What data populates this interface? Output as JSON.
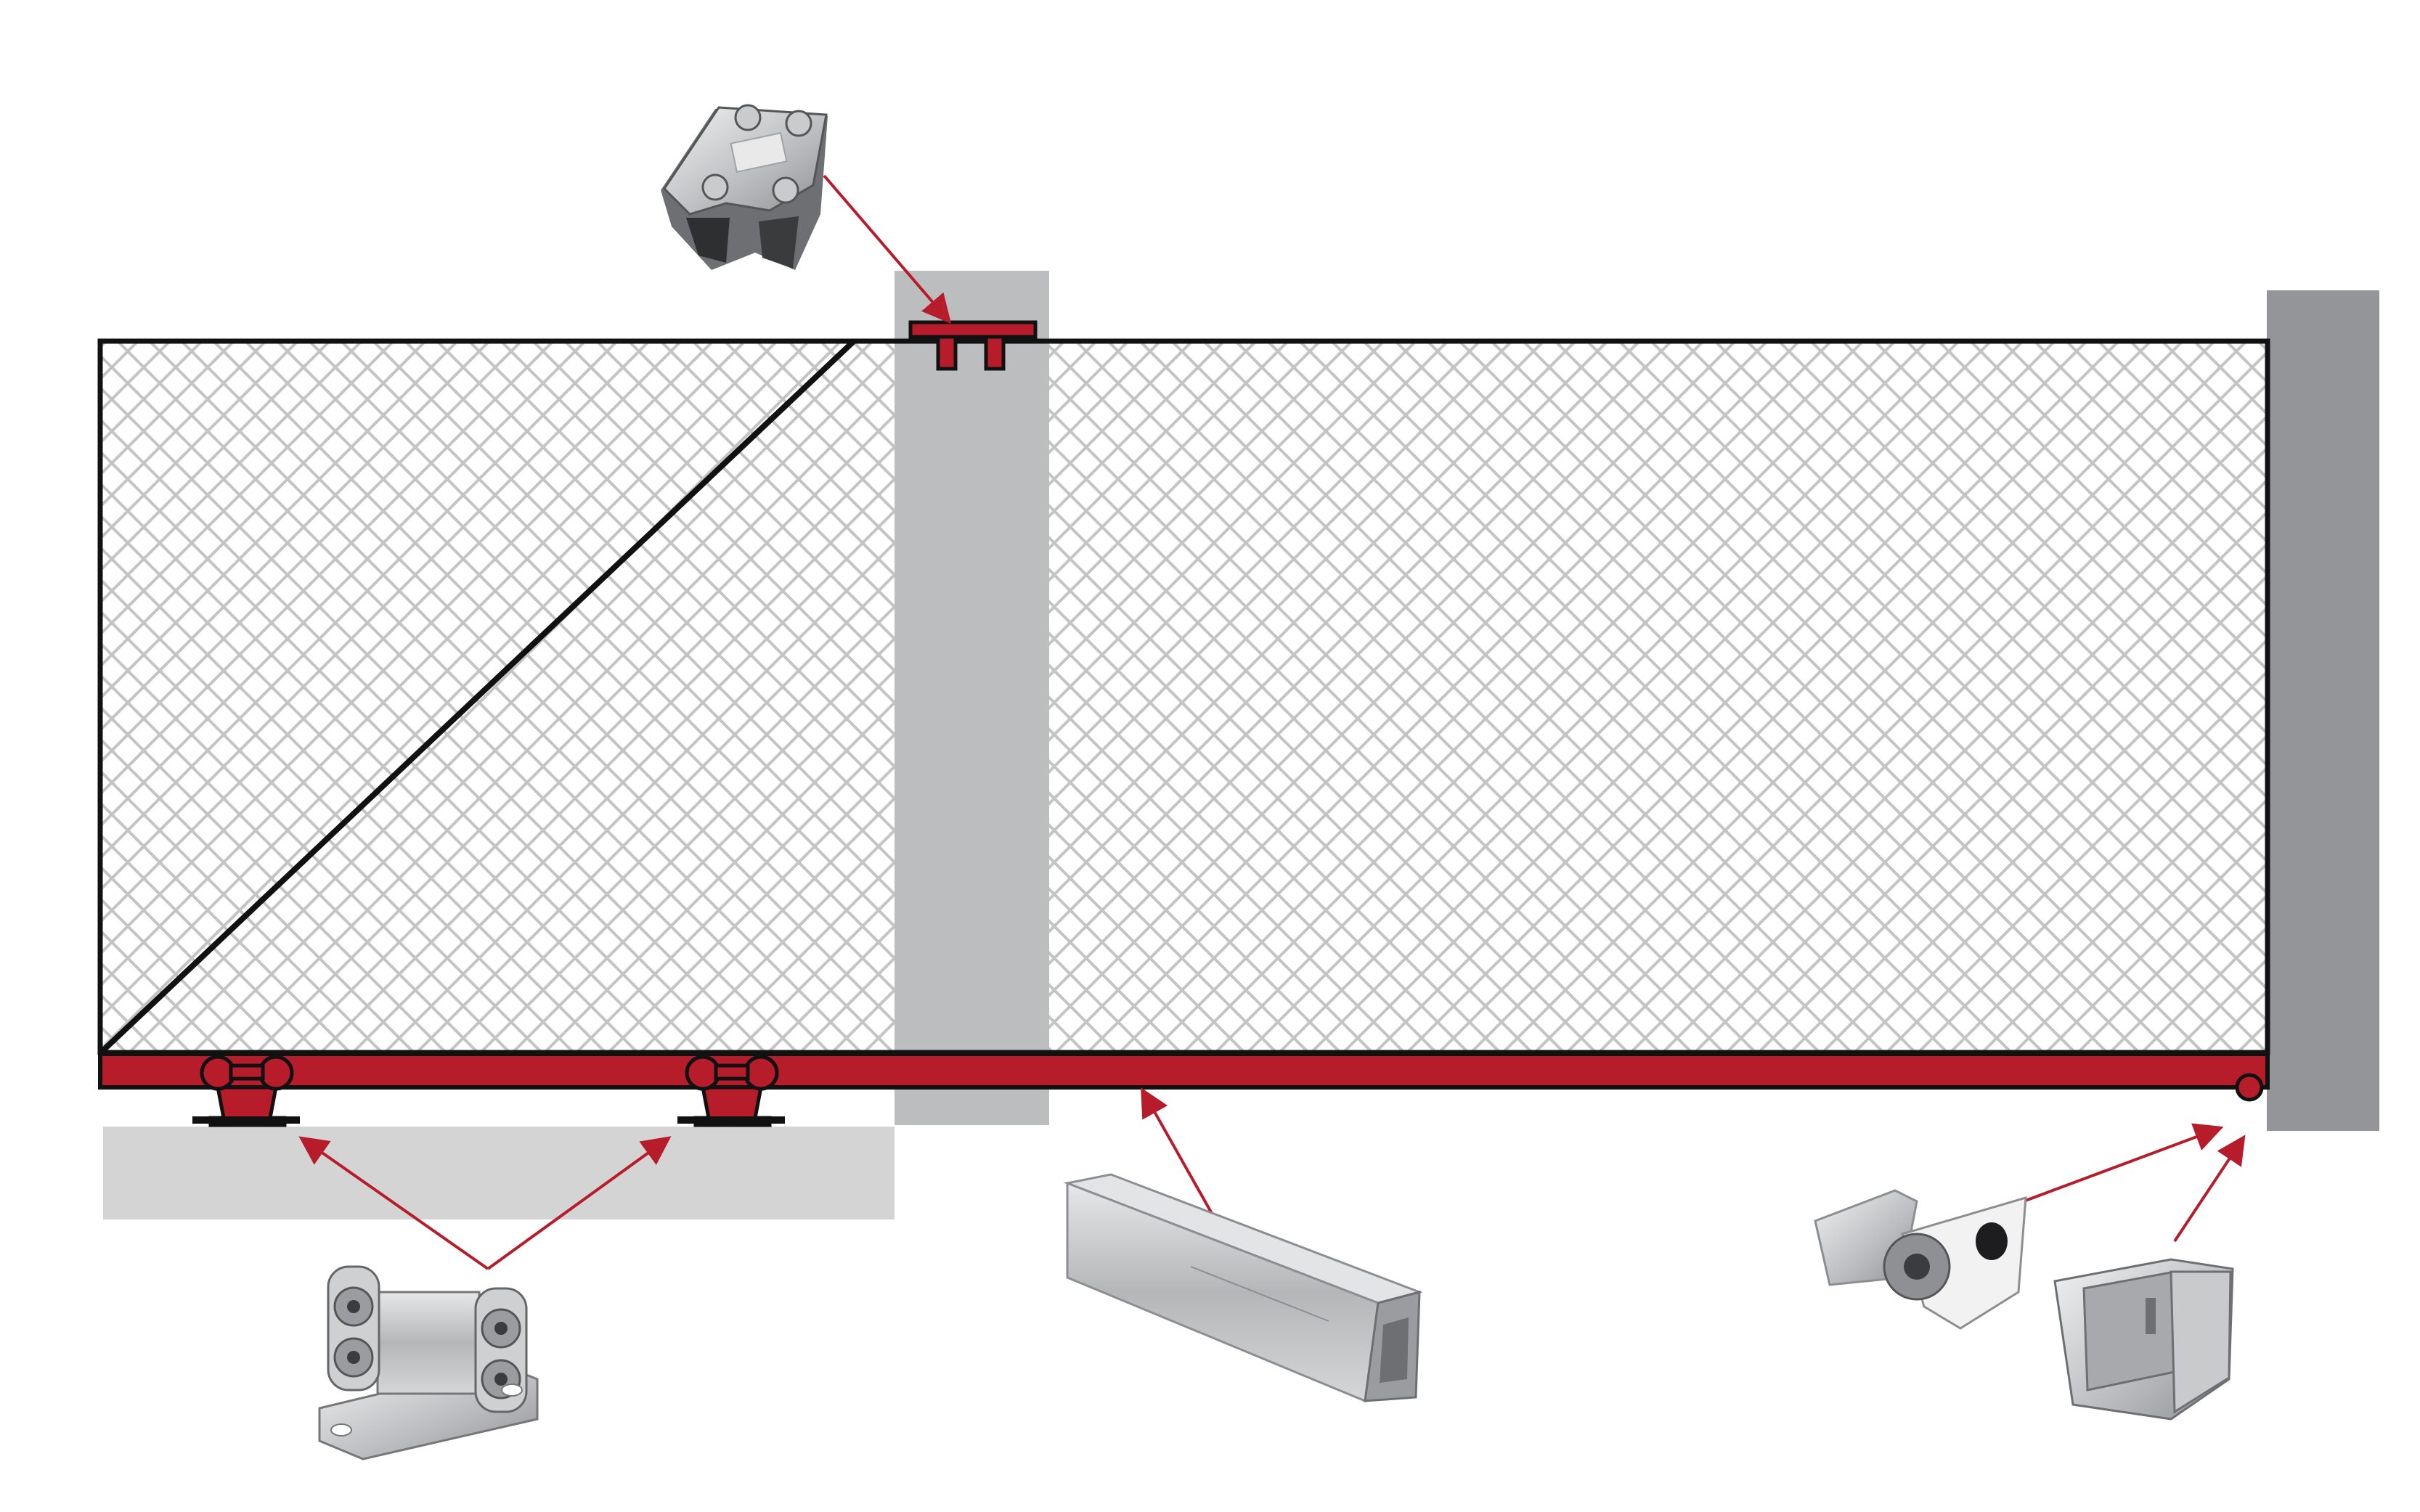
{
  "diagram": {
    "colors": {
      "background": "#ffffff",
      "gate_outline": "#111111",
      "mesh": "#c4c4c4",
      "rail": "#b71c2b",
      "post_light": "#bcbdbf",
      "post_dark": "#939598",
      "ground": "#d4d4d4",
      "arrow": "#b71c2b",
      "steel_light": "#d9dadb",
      "steel_mid": "#a8aaad",
      "steel_dark": "#6d6f72"
    },
    "components": [
      {
        "id": "sliding-gate-panel",
        "icon": "mesh-panel"
      },
      {
        "id": "guide-roller-bracket",
        "icon": "upper-guide-bracket-icon"
      },
      {
        "id": "carriage-roller",
        "icon": "roller-carriage-icon"
      },
      {
        "id": "guide-rail-profile",
        "icon": "steel-channel-icon"
      },
      {
        "id": "end-roller",
        "icon": "end-roller-cap-icon"
      },
      {
        "id": "catcher-bracket",
        "icon": "receiving-bracket-icon"
      }
    ]
  }
}
